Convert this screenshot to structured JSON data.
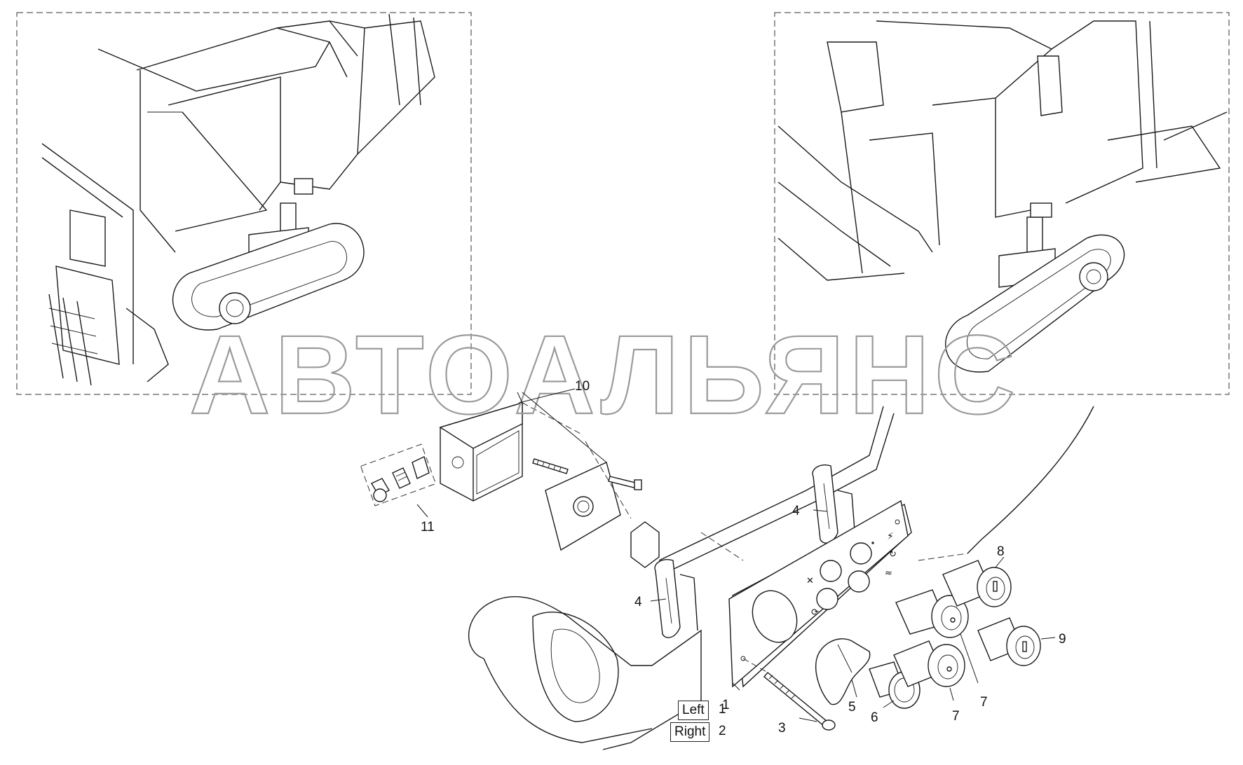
{
  "watermark": "АВТОАЛЬЯНС",
  "callouts": {
    "c1": "1",
    "c2": "2",
    "c3": "3",
    "c4a": "4",
    "c4b": "4",
    "c5": "5",
    "c6": "6",
    "c7a": "7",
    "c7b": "7",
    "c8": "8",
    "c9": "9",
    "c10": "10",
    "c11": "11"
  },
  "legend": {
    "left_label": "Left",
    "left_num": "1",
    "right_label": "Right",
    "right_num": "2"
  }
}
